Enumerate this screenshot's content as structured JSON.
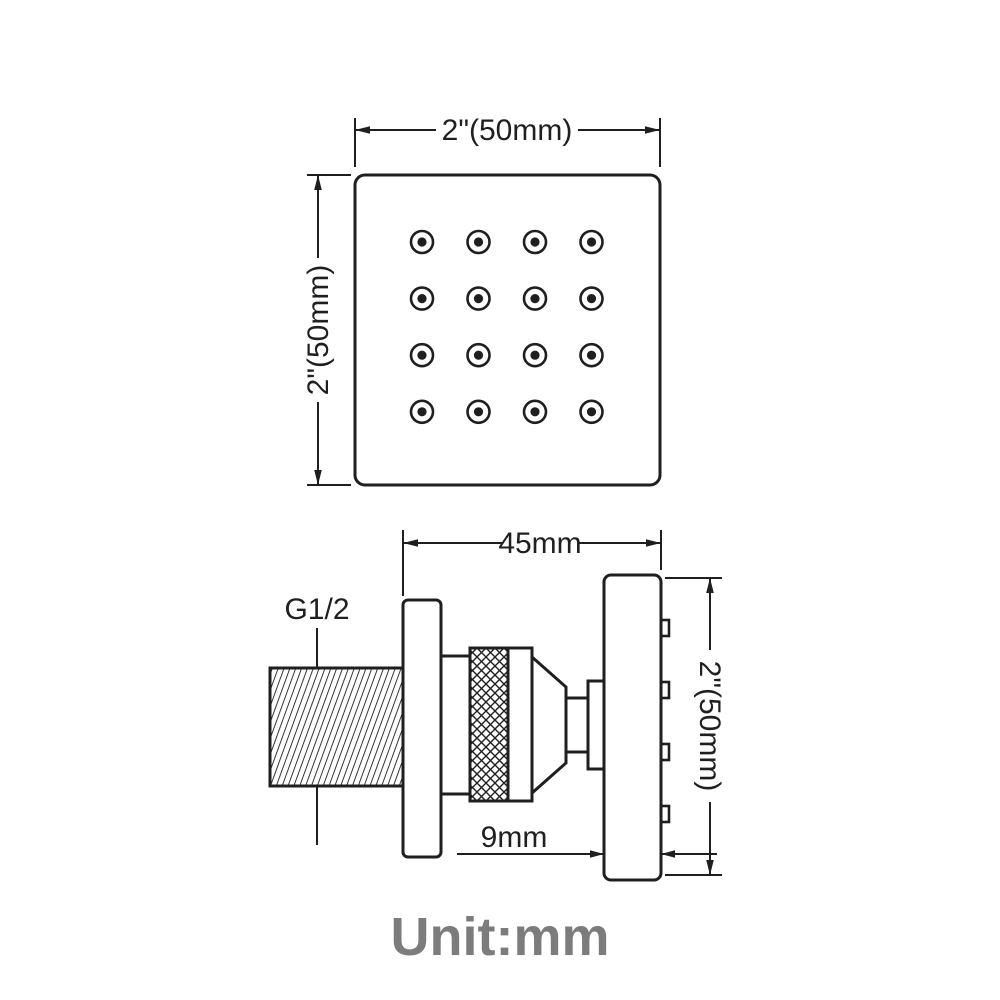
{
  "unit_note": "Unit:mm",
  "colors": {
    "line": "#1f1f1f",
    "unit_text": "#7c7c7c",
    "background": "#ffffff"
  },
  "front_view": {
    "width_label": "2\"(50mm)",
    "height_label": "2\"(50mm)",
    "nozzle_grid": {
      "rows": 4,
      "cols": 4
    }
  },
  "side_view": {
    "width_label": "45mm",
    "thread_label": "G1/2",
    "height_label": "2\"(50mm)",
    "plate_thickness_label": "9mm"
  }
}
